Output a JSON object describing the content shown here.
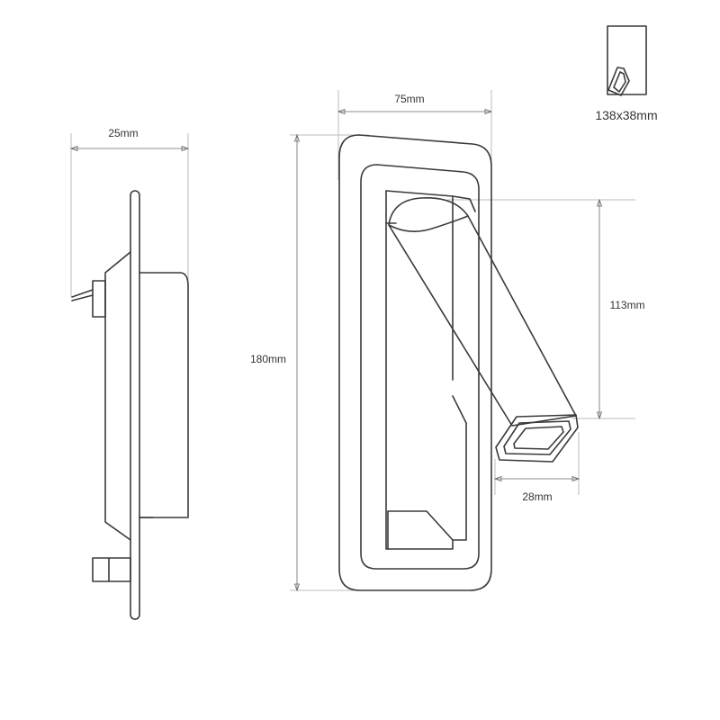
{
  "dimensions": {
    "side_depth": "25mm",
    "front_width": "75mm",
    "front_height": "180mm",
    "arm_reach": "113mm",
    "head_diameter": "28mm"
  },
  "cutout": {
    "label": "138x38mm"
  },
  "colors": {
    "outline": "#3a3a3a",
    "dimension_line": "#666666",
    "background": "#ffffff"
  },
  "icons": [
    "spring-clip-icon"
  ]
}
